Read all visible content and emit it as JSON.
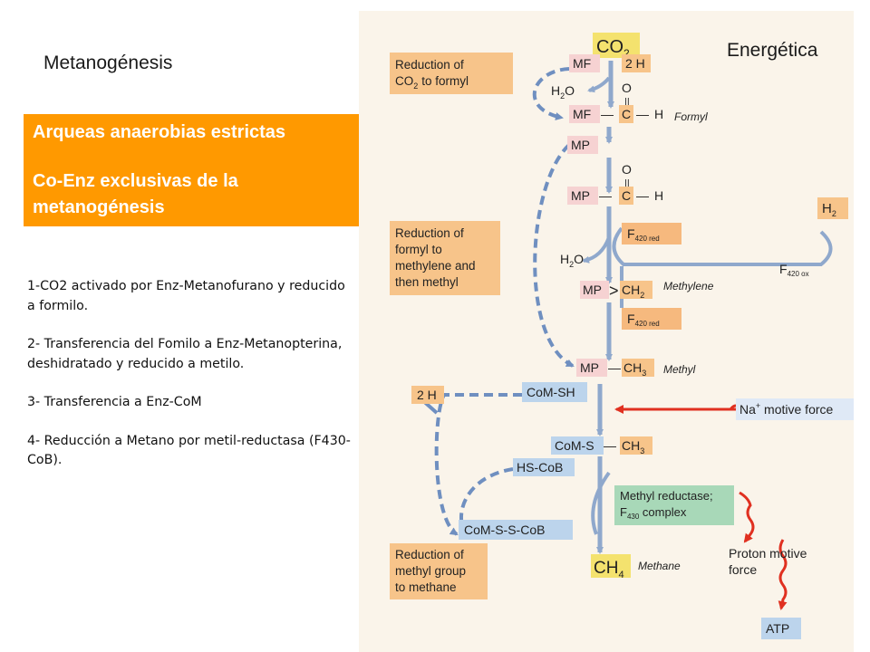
{
  "slide": {
    "title": "Metanogénesis",
    "corner_label": "Energética",
    "header_lines": [
      "Arqueas anaerobias estrictas",
      "Co-Enz exclusivas de la",
      "metanogénesis"
    ],
    "steps": [
      "1-CO2 activado por Enz-Metanofurano y reducido a formilo.",
      "2- Transferencia del Fomilo a Enz-Metanopterina, deshidratado y reducido a metilo.",
      "3- Transferencia a Enz-CoM",
      "4- Reducción a Metano por metil-reductasa (F430-CoB)."
    ]
  },
  "diagram": {
    "co2": {
      "main": "CO",
      "sub": "2"
    },
    "mf": "MF",
    "two_h": "2 H",
    "h2o": {
      "main": "H",
      "sub": "2",
      "tail": "O"
    },
    "o": "O",
    "dbl": "||",
    "dash": "—",
    "carbon": "C",
    "h": "H",
    "formyl_label": "Formyl",
    "mp": "MP",
    "h2": {
      "main": "H",
      "sub": "2"
    },
    "f420_red": {
      "main": "F",
      "sub": "420 red"
    },
    "f420_ox": {
      "main": "F",
      "sub": "420 ox"
    },
    "angle": ">",
    "ch2": {
      "main": "CH",
      "sub": "2"
    },
    "methylene_label": "Methylene",
    "ch3": {
      "main": "CH",
      "sub": "3"
    },
    "methyl_label": "Methyl",
    "com_sh": "CoM-SH",
    "na_force": {
      "main": "Na",
      "sup": "+",
      "tail": " motive force"
    },
    "com_s": "CoM-S",
    "hs_cob": "HS-CoB",
    "methyl_reductase": {
      "line1": "Methyl reductase;",
      "main": "F",
      "sub": "430",
      "tail": " complex"
    },
    "com_s_s_cob": "CoM-S-S-CoB",
    "ch4": {
      "main": "CH",
      "sub": "4"
    },
    "methane_label": "Methane",
    "proton_force": [
      "Proton motive",
      "force"
    ],
    "atp": "ATP",
    "reduction_co2": [
      "Reduction of",
      "CO",
      "to formyl"
    ],
    "reduction_co2_sub": "2",
    "reduction_formyl": [
      "Reduction of",
      "formyl to",
      "methylene and",
      "then methyl"
    ],
    "reduction_methyl": [
      "Reduction of",
      "methyl group",
      "to methane"
    ]
  },
  "colors": {
    "accent_orange": "#ff9900",
    "panel_bg": "#faf4ea",
    "label_orange": "#f7c48a",
    "compound_pink": "#f6d2d2",
    "co2_yellow": "#f4e26e",
    "f420_box": "#f6b97e",
    "path_blue": "#8fa8cc",
    "dashed_blue": "#6f8fc0",
    "wavy_red": "#e03020",
    "methyl_reductase_green": "#a8d8b8",
    "atp_blue": "#bcd4ec",
    "na_blue": "#dfe9f6"
  }
}
